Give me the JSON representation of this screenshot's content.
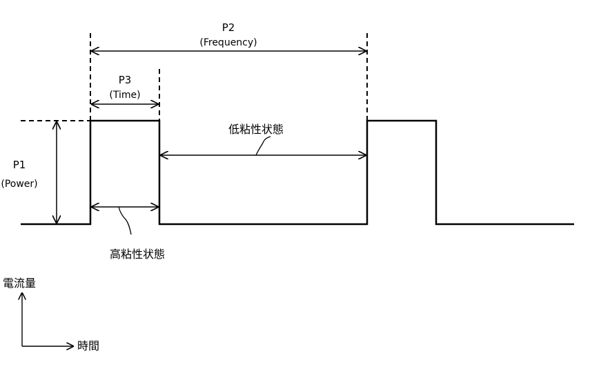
{
  "labels": {
    "p2": "P2",
    "p2_sub": "(Frequency)",
    "p3": "P3",
    "p3_sub": "(Time)",
    "p1": "P1",
    "p1_sub": "(Power)",
    "low_viscosity": "低粘性状態",
    "high_viscosity": "高粘性状態",
    "y_axis": "電流量",
    "x_axis": "時間"
  },
  "colors": {
    "line": "#000000",
    "background": "#ffffff"
  }
}
